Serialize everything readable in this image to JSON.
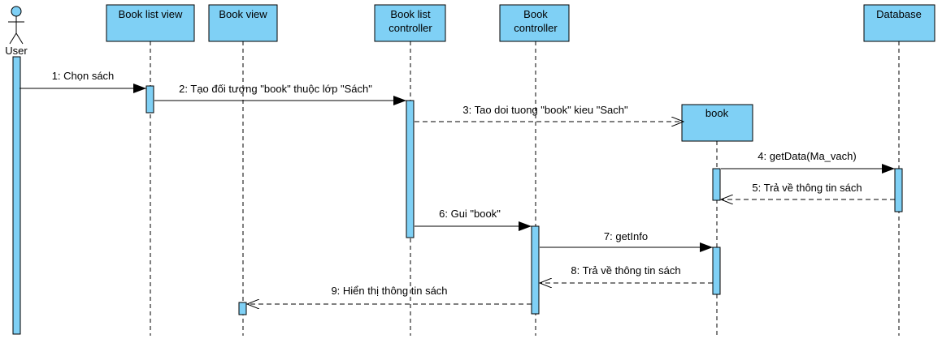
{
  "diagram": {
    "type": "sequence",
    "colors": {
      "fill": "#7fd0f5",
      "stroke": "#000000",
      "background": "#ffffff"
    },
    "actor": {
      "id": "user",
      "label": "User"
    },
    "participants": [
      {
        "id": "bookListView",
        "lines": [
          "Book list view"
        ]
      },
      {
        "id": "bookView",
        "lines": [
          "Book view"
        ]
      },
      {
        "id": "bookListController",
        "lines": [
          "Book list",
          "controller"
        ]
      },
      {
        "id": "bookController",
        "lines": [
          "Book",
          "controller"
        ]
      },
      {
        "id": "book",
        "lines": [
          "book"
        ],
        "created": true
      },
      {
        "id": "database",
        "lines": [
          "Database"
        ]
      }
    ],
    "messages": [
      {
        "from": "user",
        "to": "bookListView",
        "label": "1: Chọn sách",
        "style": "sync"
      },
      {
        "from": "bookListView",
        "to": "bookListController",
        "label": "2: Tạo đối tượng \"book\" thuộc lớp \"Sách\"",
        "style": "sync"
      },
      {
        "from": "bookListController",
        "to": "book",
        "label": "3: Tao doi tuong \"book\" kieu \"Sach\"",
        "style": "create"
      },
      {
        "from": "book",
        "to": "database",
        "label": "4: getData(Ma_vach)",
        "style": "sync"
      },
      {
        "from": "database",
        "to": "book",
        "label": "5: Trả về thông tin sách",
        "style": "return"
      },
      {
        "from": "bookListController",
        "to": "bookController",
        "label": "6: Gui \"book\"",
        "style": "sync"
      },
      {
        "from": "bookController",
        "to": "book",
        "label": "7: getInfo",
        "style": "sync"
      },
      {
        "from": "book",
        "to": "bookController",
        "label": "8: Trả về thông tin sách",
        "style": "return"
      },
      {
        "from": "bookController",
        "to": "bookView",
        "label": "9: Hiển thị thông tin sách",
        "style": "return"
      }
    ]
  }
}
